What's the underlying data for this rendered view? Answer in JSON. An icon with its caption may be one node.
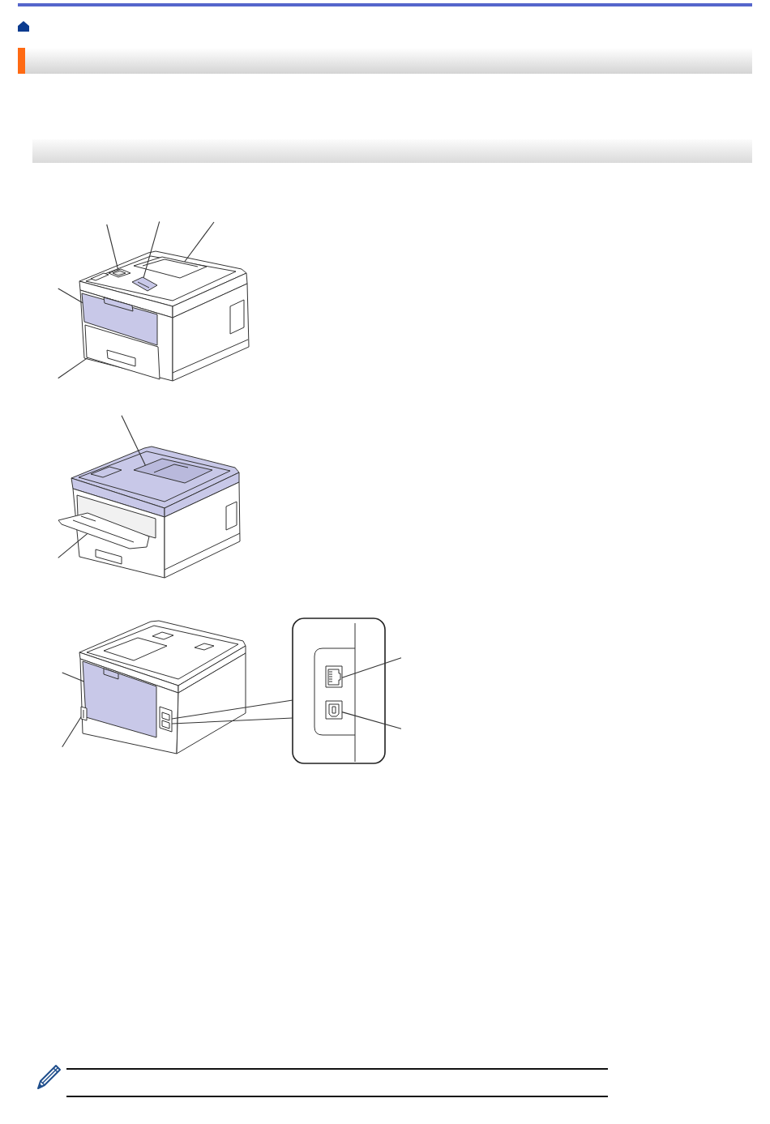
{
  "diagram": {
    "nodes": [
      {
        "text": [],
        "shape": "bar"
      },
      {
        "text": [],
        "shape": "bar"
      },
      {
        "text": [],
        "shape": "picture"
      },
      {
        "text": [],
        "shape": "picture",
        "in": 2
      },
      {
        "text": [],
        "shape": "picture",
        "in": 2
      },
      {
        "text": [],
        "shape": "picture",
        "in": 2
      },
      {
        "text": [],
        "shape": "picture",
        "in": 2
      },
      {
        "text": [],
        "shape": "picture",
        "in": 2
      },
      {
        "text": [],
        "shape": "picture"
      },
      {
        "text": [],
        "shape": "picture",
        "in": 8
      },
      {
        "text": [],
        "shape": "picture",
        "in": 8
      },
      {
        "text": [],
        "shape": "picture"
      },
      {
        "text": [],
        "shape": "picture",
        "in": 11
      },
      {
        "text": [],
        "shape": "picture",
        "in": 11
      },
      {
        "text": [],
        "shape": "picture",
        "in": 11
      },
      {
        "text": [],
        "shape": "box"
      },
      {
        "text": [],
        "shape": "picture",
        "in": 15
      },
      {
        "text": [],
        "shape": "picture",
        "in": 15
      }
    ],
    "edges": [
      {
        "from": null,
        "to": 3,
        "arrow": "none"
      },
      {
        "from": null,
        "to": 4,
        "arrow": "none"
      },
      {
        "from": null,
        "to": 5,
        "arrow": "none"
      },
      {
        "from": null,
        "to": 6,
        "arrow": "none"
      },
      {
        "from": null,
        "to": 7,
        "arrow": "none"
      },
      {
        "from": null,
        "to": 9,
        "arrow": "none"
      },
      {
        "from": null,
        "to": 10,
        "arrow": "none"
      },
      {
        "from": null,
        "to": 12,
        "arrow": "none"
      },
      {
        "from": null,
        "to": 13,
        "arrow": "none"
      },
      {
        "from": null,
        "to": 16,
        "arrow": "none"
      },
      {
        "from": null,
        "to": 17,
        "arrow": "none"
      },
      {
        "from": 14,
        "to": 15,
        "arrow": "none"
      },
      {
        "from": 14,
        "to": 15,
        "arrow": "none"
      }
    ]
  }
}
